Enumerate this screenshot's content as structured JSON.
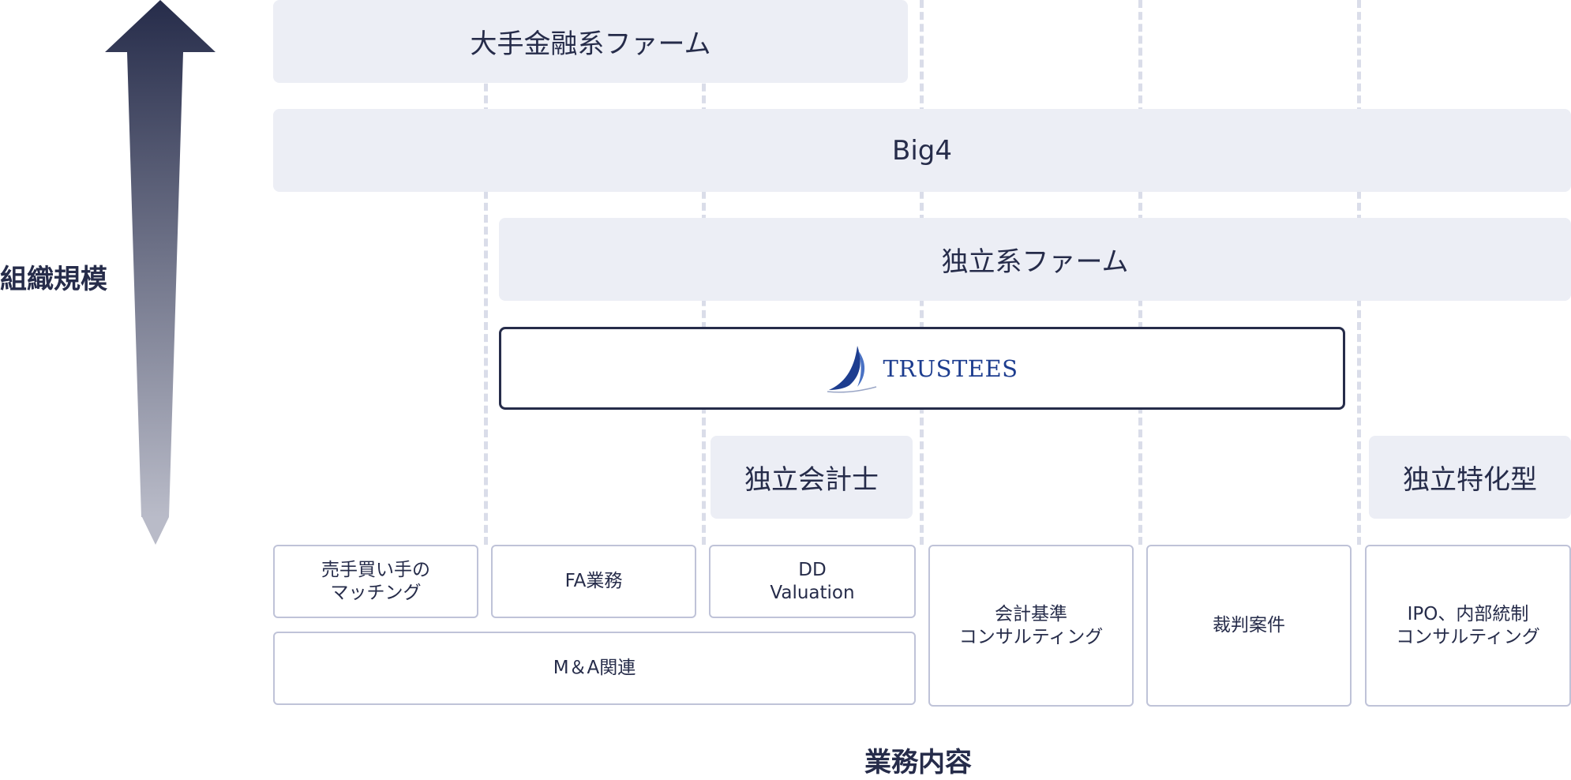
{
  "axes": {
    "vertical_label": "組織規模",
    "horizontal_label": "業務内容"
  },
  "firms": {
    "large_financial": "大手金融系ファーム",
    "big4": "Big4",
    "independent": "独立系ファーム",
    "trustees_logo_text": "TRUSTEES",
    "independent_accountant": "独立会計士",
    "independent_specialized": "独立特化型"
  },
  "services": {
    "matching": "売手買い手の\nマッチング",
    "fa": "FA業務",
    "dd_valuation": "DD\nValuation",
    "accounting_standards": "会計基準\nコンサルティング",
    "litigation": "裁判案件",
    "ipo": "IPO、内部統制\nコンサルティング",
    "ma_related": "M＆A関連"
  },
  "colors": {
    "text": "#262c4a",
    "band": "#eceef5",
    "cell_border": "#bfc3d8",
    "divider": "#dadde9",
    "logo_blue": "#1d3d8f"
  }
}
